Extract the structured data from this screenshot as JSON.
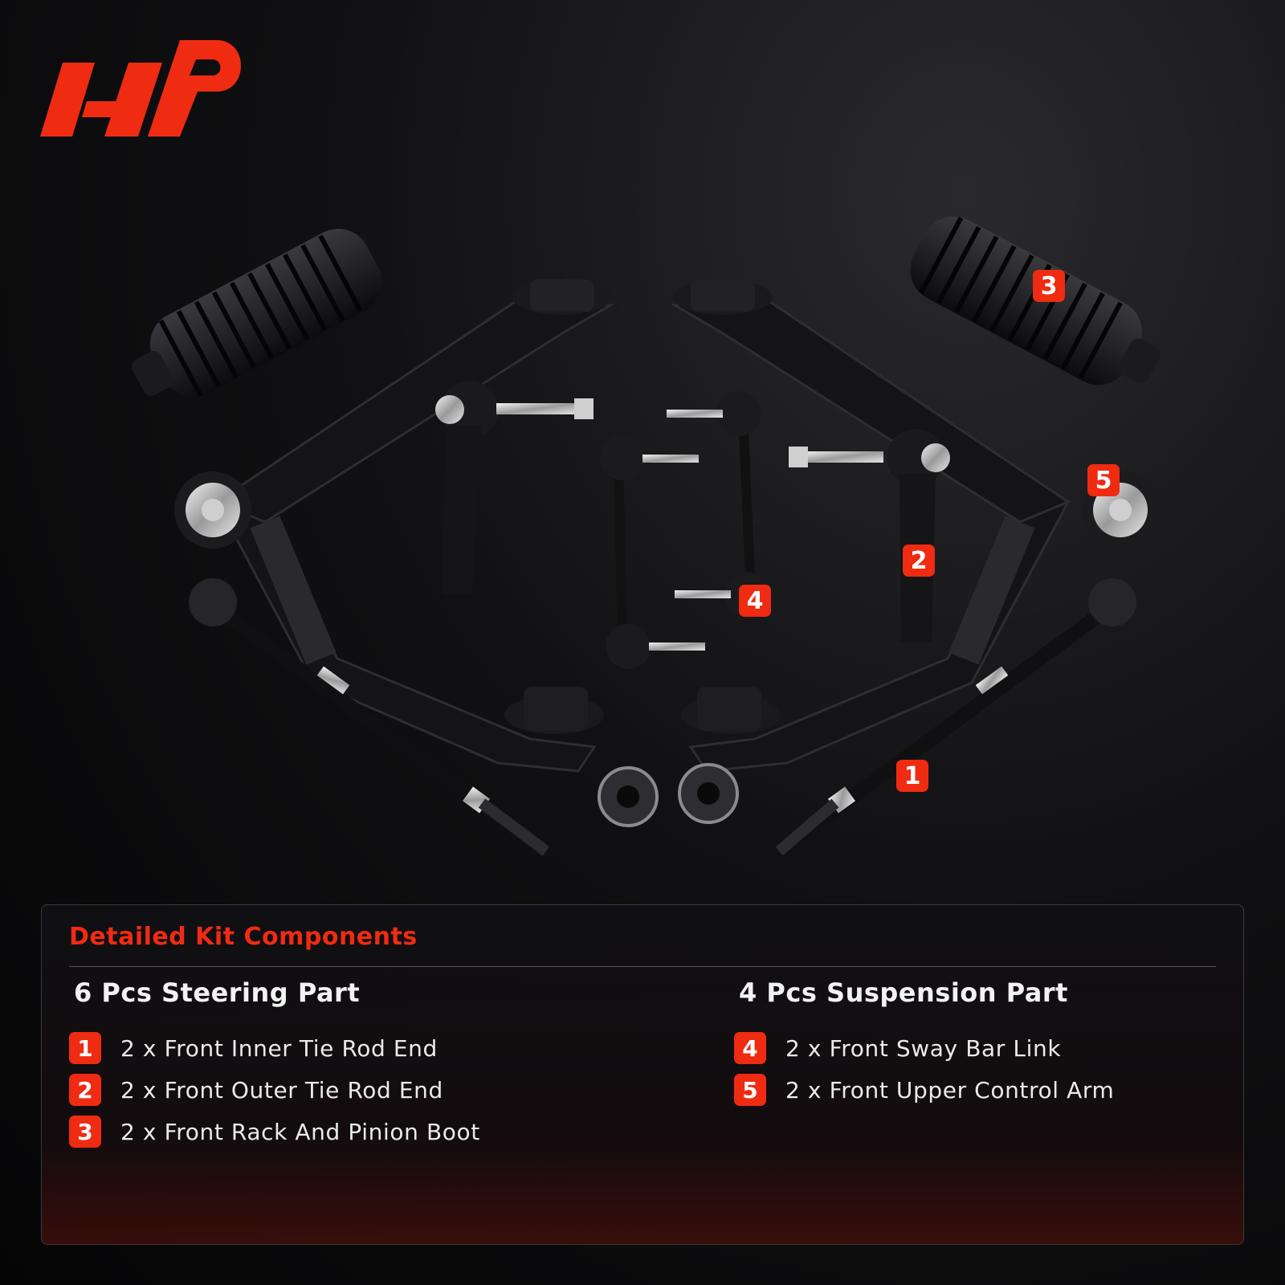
{
  "brand": {
    "accent": "#ef2b12",
    "logo": "a-premium-logo"
  },
  "callouts": [
    {
      "id": "3",
      "label": "3"
    },
    {
      "id": "5",
      "label": "5"
    },
    {
      "id": "2",
      "label": "2"
    },
    {
      "id": "4",
      "label": "4"
    },
    {
      "id": "1",
      "label": "1"
    }
  ],
  "panel": {
    "title": "Detailed Kit Components",
    "steering": {
      "heading": "6 Pcs Steering Part",
      "items": [
        {
          "num": "1",
          "text": "2 x Front Inner Tie Rod End"
        },
        {
          "num": "2",
          "text": "2 x Front Outer Tie Rod End"
        },
        {
          "num": "3",
          "text": "2 x Front Rack And Pinion Boot"
        }
      ]
    },
    "suspension": {
      "heading": "4 Pcs Suspension Part",
      "items": [
        {
          "num": "4",
          "text": "2 x Front Sway Bar Link"
        },
        {
          "num": "5",
          "text": "2 x Front Upper Control Arm"
        }
      ]
    }
  }
}
